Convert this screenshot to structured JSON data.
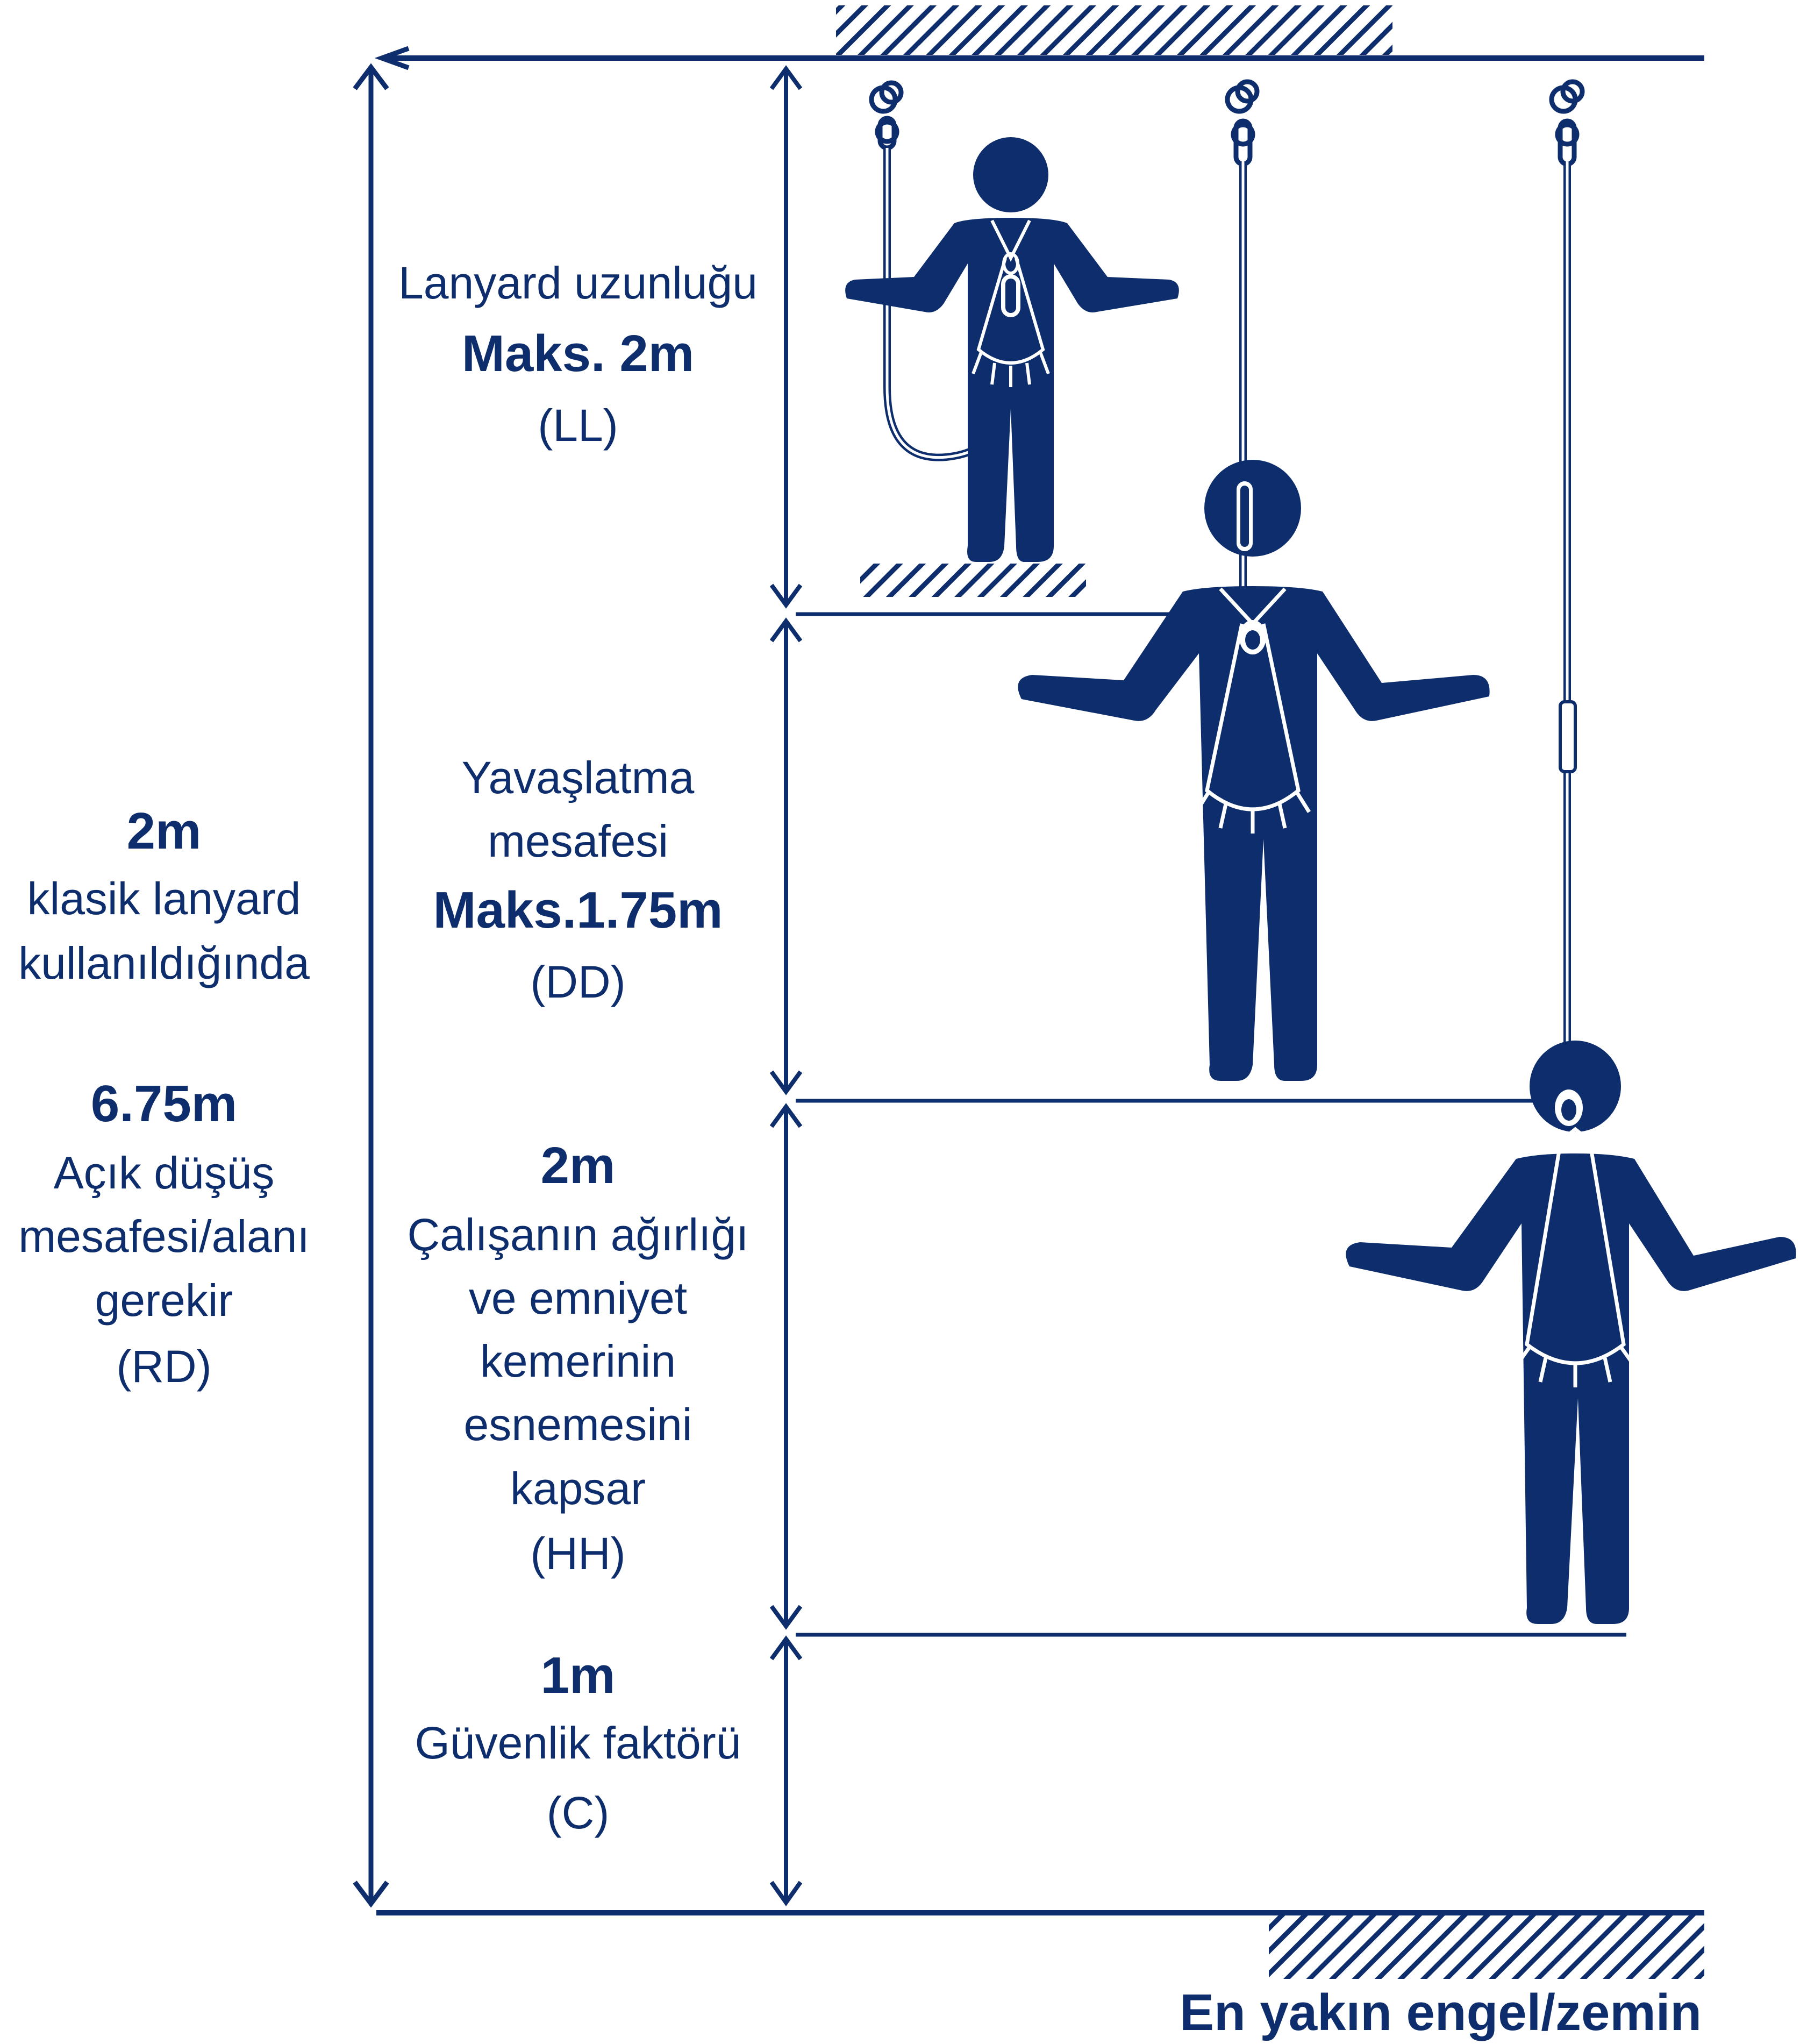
{
  "colors": {
    "navy": "#0d2d6c",
    "background": "#ffffff"
  },
  "labels": {
    "total": {
      "top_value": "2m",
      "top_line1": "klasik lanyard",
      "top_line2": "kullanıldığında",
      "value": "6.75m",
      "line1": "Açık düşüş",
      "line2": "mesafesi/alanı",
      "line3": "gerekir",
      "code": "(RD)"
    },
    "lanyard": {
      "line1": "Lanyard uzunluğu",
      "value": "Maks. 2m",
      "code": "(LL)"
    },
    "deceleration": {
      "line1": "Yavaşlatma",
      "line2": "mesafesi",
      "value": "Maks.1.75m",
      "code": "(DD)"
    },
    "harness": {
      "value": "2m",
      "line1": "Çalışanın ağırlığı",
      "line2": "ve emniyet",
      "line3": "kemerinin",
      "line4": "esnemesini",
      "line5": "kapsar",
      "code": "(HH)"
    },
    "safety": {
      "value": "1m",
      "line1": "Güvenlik faktörü",
      "code": "(C)"
    },
    "ground": "En yakın engel/zemin"
  },
  "icons": {
    "anchor": "ceiling-hatch-icon",
    "floor": "ground-hatch-icon",
    "figure_standing": "worker-standing-icon",
    "figure_falling": "worker-deceleration-icon",
    "figure_hanging": "worker-hanging-icon"
  }
}
